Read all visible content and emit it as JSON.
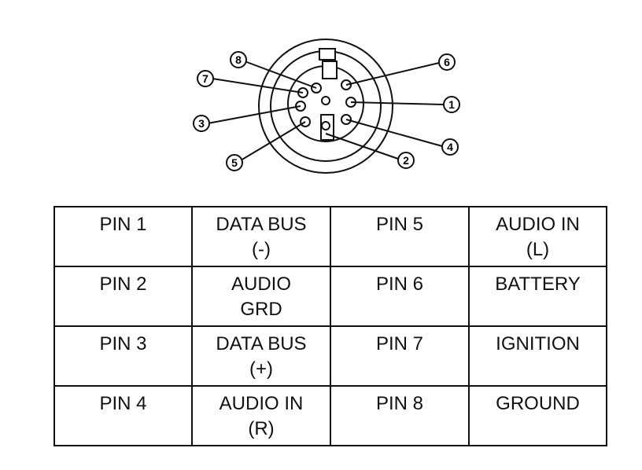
{
  "diagram": {
    "callouts": [
      "1",
      "2",
      "3",
      "4",
      "5",
      "6",
      "7",
      "8"
    ]
  },
  "table": {
    "rows": [
      [
        [
          "PIN 1"
        ],
        [
          "DATA BUS",
          "(-)"
        ],
        [
          "PIN 5"
        ],
        [
          "AUDIO IN",
          "(L)"
        ]
      ],
      [
        [
          "PIN 2"
        ],
        [
          "AUDIO",
          "GRD"
        ],
        [
          "PIN 6"
        ],
        [
          "BATTERY"
        ]
      ],
      [
        [
          "PIN 3"
        ],
        [
          "DATA BUS",
          "(+)"
        ],
        [
          "PIN 7"
        ],
        [
          "IGNITION"
        ]
      ],
      [
        [
          "PIN 4"
        ],
        [
          "AUDIO IN",
          "(R)"
        ],
        [
          "PIN 8"
        ],
        [
          "GROUND"
        ]
      ]
    ]
  }
}
